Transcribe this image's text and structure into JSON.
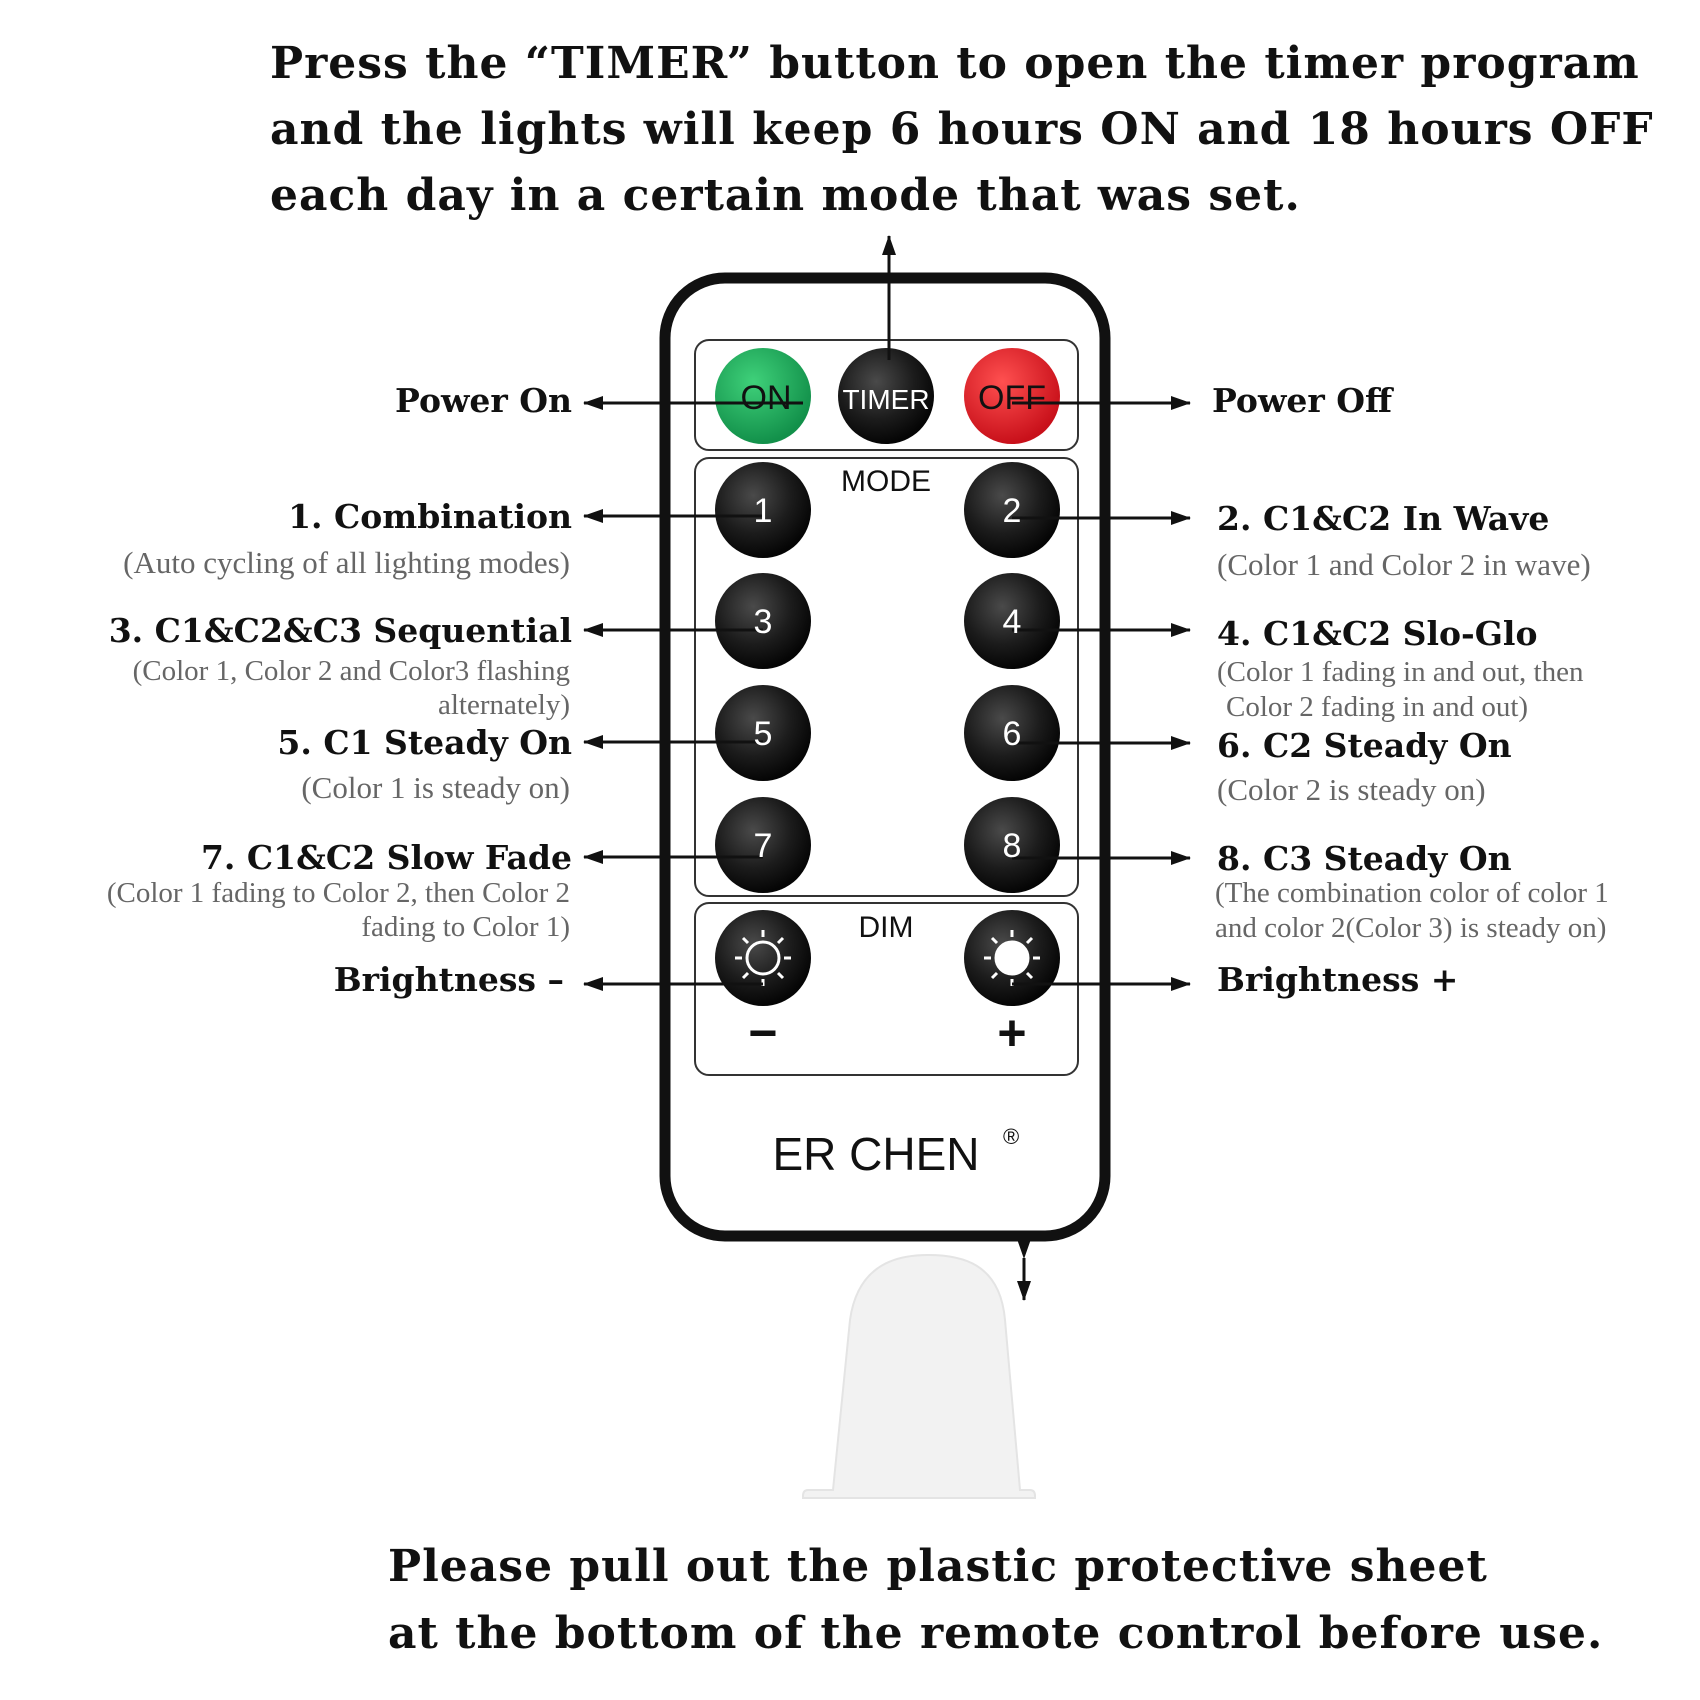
{
  "header": {
    "line1": "Press the “TIMER” button to open the timer program",
    "line2": "and the lights will keep 6 hours ON and 18 hours OFF",
    "line3": "each day in a certain mode that was set."
  },
  "footer": {
    "line1": "Please pull out the plastic protective sheet",
    "line2": "at the bottom of the remote control before use."
  },
  "remote": {
    "on_label": "ON",
    "timer_label": "TIMER",
    "off_label": "OFF",
    "mode_label": "MODE",
    "dim_label": "DIM",
    "minus_label": "−",
    "plus_label": "+",
    "brand": "ER CHEN",
    "brand_mark": "®",
    "mode_buttons": [
      "1",
      "2",
      "3",
      "4",
      "5",
      "6",
      "7",
      "8"
    ],
    "colors": {
      "on": "#1fa35a",
      "off": "#e0202a",
      "dark": "#1a1a1a"
    }
  },
  "left": {
    "power_on": "Power On",
    "m1_title": "1. Combination",
    "m1_desc": "(Auto cycling of all lighting modes)",
    "m3_title": "3. C1&C2&C3 Sequential",
    "m3_desc1": "(Color 1, Color 2 and Color3 flashing",
    "m3_desc2": "alternately)",
    "m5_title": "5. C1 Steady On",
    "m5_desc": "(Color 1 is steady on)",
    "m7_title": "7. C1&C2 Slow Fade",
    "m7_desc1": "(Color 1 fading to Color 2, then Color 2",
    "m7_desc2": "fading to Color 1)",
    "bright_minus": "Brightness –"
  },
  "right": {
    "power_off": "Power Off",
    "m2_title": "2. C1&C2 In Wave",
    "m2_desc": "(Color 1 and Color 2 in wave)",
    "m4_title": "4. C1&C2 Slo-Glo",
    "m4_desc1": "(Color 1 fading in and out, then",
    "m4_desc2": "Color 2 fading in and out)",
    "m6_title": "6. C2 Steady On",
    "m6_desc": "(Color 2 is steady on)",
    "m8_title": "8. C3 Steady On",
    "m8_desc1": "(The combination color of color 1",
    "m8_desc2": "and color 2(Color 3) is steady on)",
    "bright_plus": "Brightness +"
  }
}
